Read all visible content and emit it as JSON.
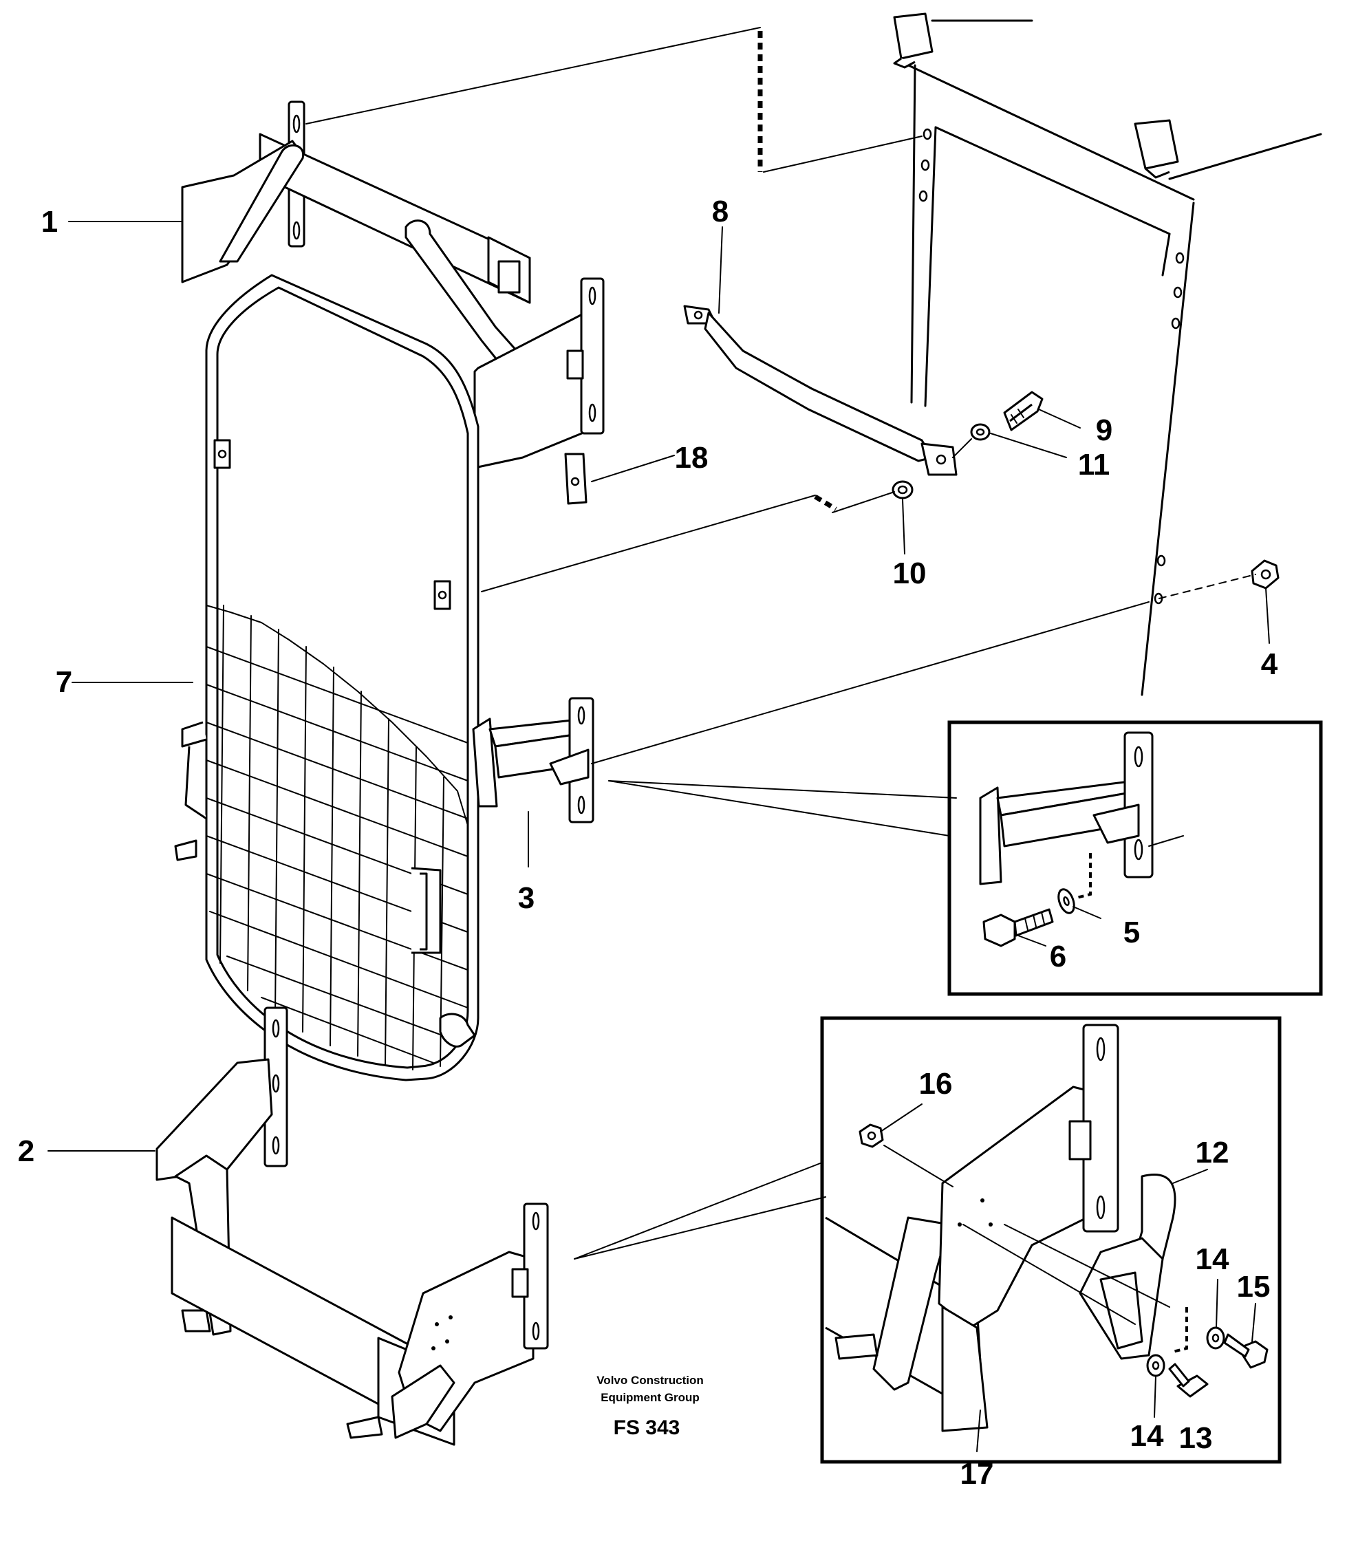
{
  "callouts": {
    "c1": "1",
    "c2": "2",
    "c3": "3",
    "c4": "4",
    "c5": "5",
    "c6": "6",
    "c7": "7",
    "c8": "8",
    "c9": "9",
    "c10": "10",
    "c11": "11",
    "c12": "12",
    "c13": "13",
    "c14a": "14",
    "c14b": "14",
    "c15": "15",
    "c16": "16",
    "c17": "17",
    "c18": "18"
  },
  "footer": {
    "line1": "Volvo Construction",
    "line2": "Equipment Group",
    "code": "FS 343"
  }
}
